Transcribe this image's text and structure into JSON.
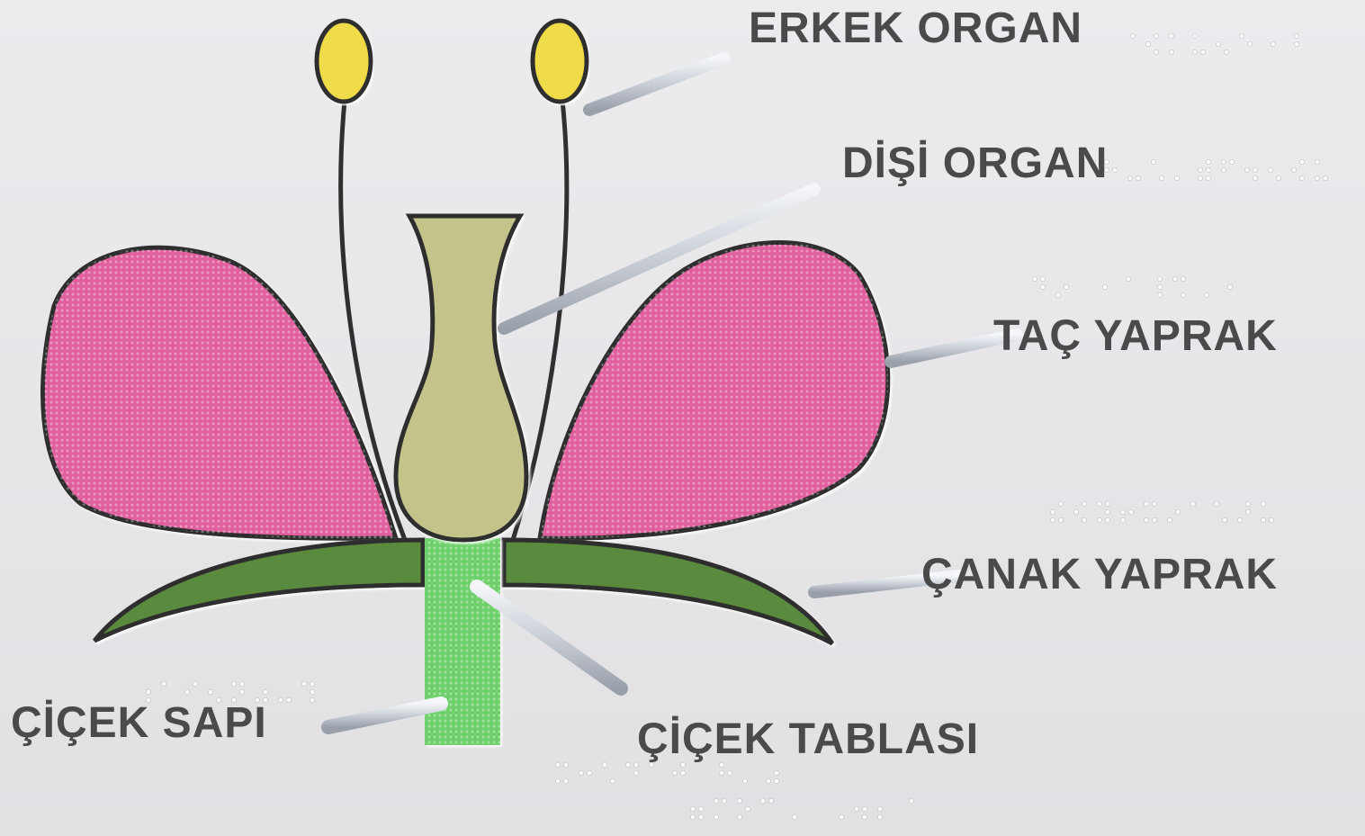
{
  "labels": {
    "erkek_organ": "ERKEK ORGAN",
    "disi_organ": "DİŞİ ORGAN",
    "tac_yaprak": "TAÇ YAPRAK",
    "canak_yaprak": "ÇANAK YAPRAK",
    "cicek_sapi": "ÇİÇEK SAPI",
    "cicek_tablasi": "ÇİÇEK TABLASI"
  },
  "colors": {
    "petal": "#e0609e",
    "sepal": "#5a8a3c",
    "stem": "#6ed06a",
    "pistil": "#c3c38a",
    "anther": "#f0dc4a",
    "outline": "#2f2f2f",
    "pointer": "#cfd3da",
    "braille": "#ffffff"
  }
}
